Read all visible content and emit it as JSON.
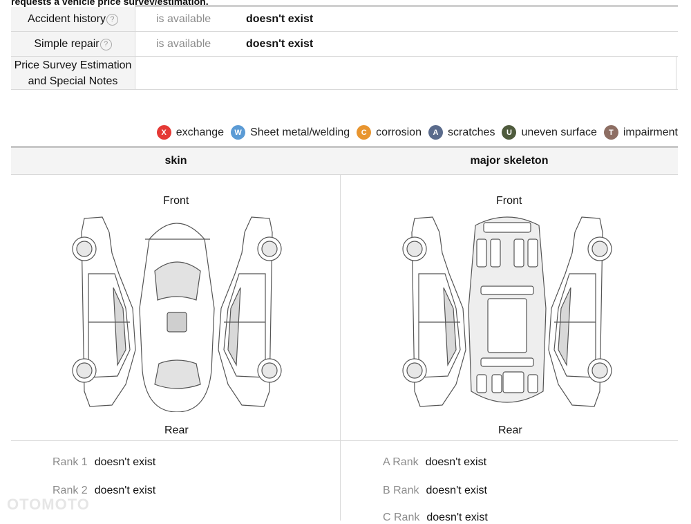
{
  "top_note": "requests a vehicle price survey/estimation.",
  "rows": [
    {
      "label": "Accident history",
      "availability": "is available",
      "value": "doesn't exist"
    },
    {
      "label": "Simple repair",
      "availability": "is available",
      "value": "doesn't exist"
    }
  ],
  "notes_label_line1": "Price Survey Estimation",
  "notes_label_line2": "and Special Notes",
  "help_glyph": "?",
  "legend": [
    {
      "letter": "X",
      "label": "exchange",
      "color": "#e53935"
    },
    {
      "letter": "W",
      "label": "Sheet metal/welding",
      "color": "#5b9bd5"
    },
    {
      "letter": "C",
      "label": "corrosion",
      "color": "#e8952f"
    },
    {
      "letter": "A",
      "label": "scratches",
      "color": "#5a6b8c"
    },
    {
      "letter": "U",
      "label": "uneven surface",
      "color": "#4f5b3d"
    },
    {
      "letter": "T",
      "label": "impairment",
      "color": "#8d6e63"
    }
  ],
  "sections": {
    "skin": {
      "title": "skin",
      "front": "Front",
      "rear": "Rear"
    },
    "skeleton": {
      "title": "major skeleton",
      "front": "Front",
      "rear": "Rear"
    }
  },
  "ranks_left": [
    {
      "rank": "Rank 1",
      "value": "doesn't exist"
    },
    {
      "rank": "Rank 2",
      "value": "doesn't exist"
    }
  ],
  "ranks_right": [
    {
      "rank": "A Rank",
      "value": "doesn't exist"
    },
    {
      "rank": "B Rank",
      "value": "doesn't exist"
    },
    {
      "rank": "C Rank",
      "value": "doesn't exist"
    }
  ],
  "watermark": "OTOMOTO"
}
